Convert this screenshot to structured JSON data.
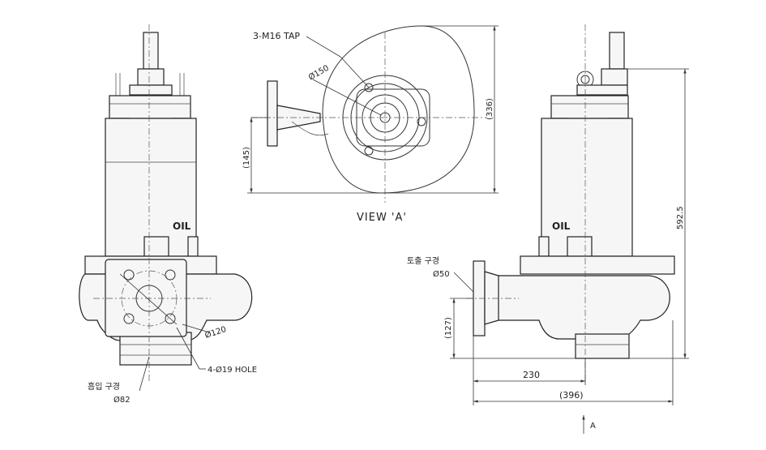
{
  "labels": {
    "tap": "3-M16 TAP",
    "d150": "Ø150",
    "d336": "(336)",
    "d145": "(145)",
    "view": "VIEW 'A'",
    "oil_left": "OIL",
    "oil_right": "OIL",
    "discharge_label": "토출 구경",
    "discharge_dia": "Ø50",
    "d127": "(127)",
    "d5925": "592.5",
    "d120": "Ø120",
    "hole": "4-Ø19 HOLE",
    "suction_label": "흡입 구경",
    "suction_dia": "Ø82",
    "d230": "230",
    "d396": "(396)",
    "arrow_a": "A"
  }
}
